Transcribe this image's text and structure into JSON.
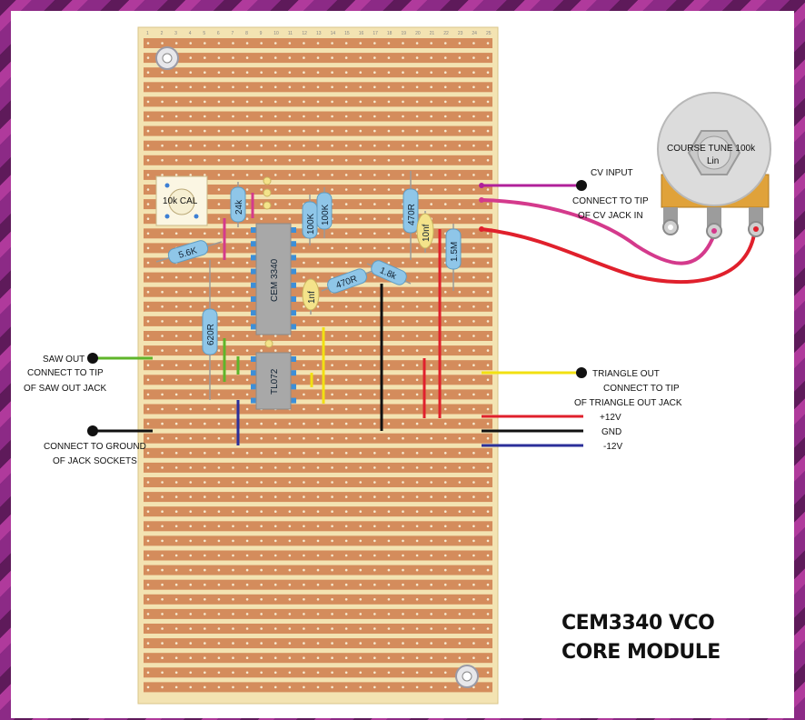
{
  "diagram": {
    "title_line1": "CEM3340 VCO",
    "title_line2": "CORE MODULE",
    "pot_label": "COURSE TUNE 100k",
    "pot_sub": "Lin",
    "cv_input": "CV INPUT",
    "cv_connect1": "CONNECT TO TIP",
    "cv_connect2": "OF CV JACK IN",
    "saw_out": "SAW OUT",
    "saw_connect1": "CONNECT TO TIP",
    "saw_connect2": "OF SAW OUT JACK",
    "gnd_connect1": "CONNECT TO GROUND",
    "gnd_connect2": "OF JACK SOCKETS",
    "tri_out": "TRIANGLE OUT",
    "tri_connect1": "CONNECT TO TIP",
    "tri_connect2": "OF TRIANGLE OUT JACK",
    "plus12": "+12V",
    "gnd": "GND",
    "minus12": "-12V",
    "trimmer": "10k CAL",
    "ic1": "CEM 3340",
    "ic2": "TL072",
    "r_24k": "24k",
    "r_5k6": "5.6K",
    "r_620r": "620R",
    "r_100k_a": "100K",
    "r_100k_b": "100K",
    "r_470r_a": "470R",
    "r_470r_b": "470R",
    "r_1k8": "1.8k",
    "r_1m5": "1.5M",
    "c_1nf": "1nf",
    "c_10nf": "10nf",
    "column_numbers": [
      "1",
      "2",
      "3",
      "4",
      "5",
      "6",
      "7",
      "8",
      "9",
      "10",
      "11",
      "12",
      "13",
      "14",
      "15",
      "16",
      "17",
      "18",
      "19",
      "20",
      "21",
      "22",
      "23",
      "24",
      "25"
    ]
  },
  "colors": {
    "board": "#f3e3b2",
    "strip": "#d48c5c",
    "resistor": "#8fc6e8",
    "capacitor": "#f4e38a",
    "ic": "#a8a8a8",
    "wire_red": "#e0202c",
    "wire_black": "#111111",
    "wire_blue": "#2b2f9a",
    "wire_yellow": "#f2e012",
    "wire_green": "#5fb52a",
    "wire_pink": "#d43a8c",
    "wire_magenta": "#b0209a"
  }
}
